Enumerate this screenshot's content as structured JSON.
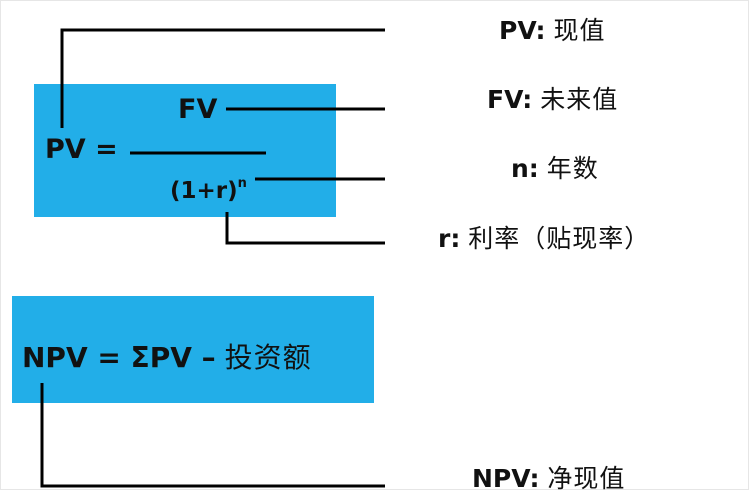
{
  "formula_pv": {
    "numerator": "FV",
    "lhs": "PV =",
    "denominator_base": "(1+r)",
    "denominator_exponent": "n"
  },
  "formula_npv": {
    "lhs_and_sum": "NPV = ΣPV –",
    "investment": "投资额"
  },
  "definitions": {
    "pv": {
      "symbol": "PV:",
      "meaning": "现值"
    },
    "fv": {
      "symbol": "FV:",
      "meaning": "未来值"
    },
    "n": {
      "symbol": "n:",
      "meaning": "年数"
    },
    "r": {
      "symbol": "r:",
      "meaning": "利率（贴现率）"
    },
    "npv": {
      "symbol": "NPV:",
      "meaning": "净现值"
    }
  },
  "colors": {
    "box_fill": "#22aee8",
    "line": "#000000",
    "text": "#111111"
  }
}
